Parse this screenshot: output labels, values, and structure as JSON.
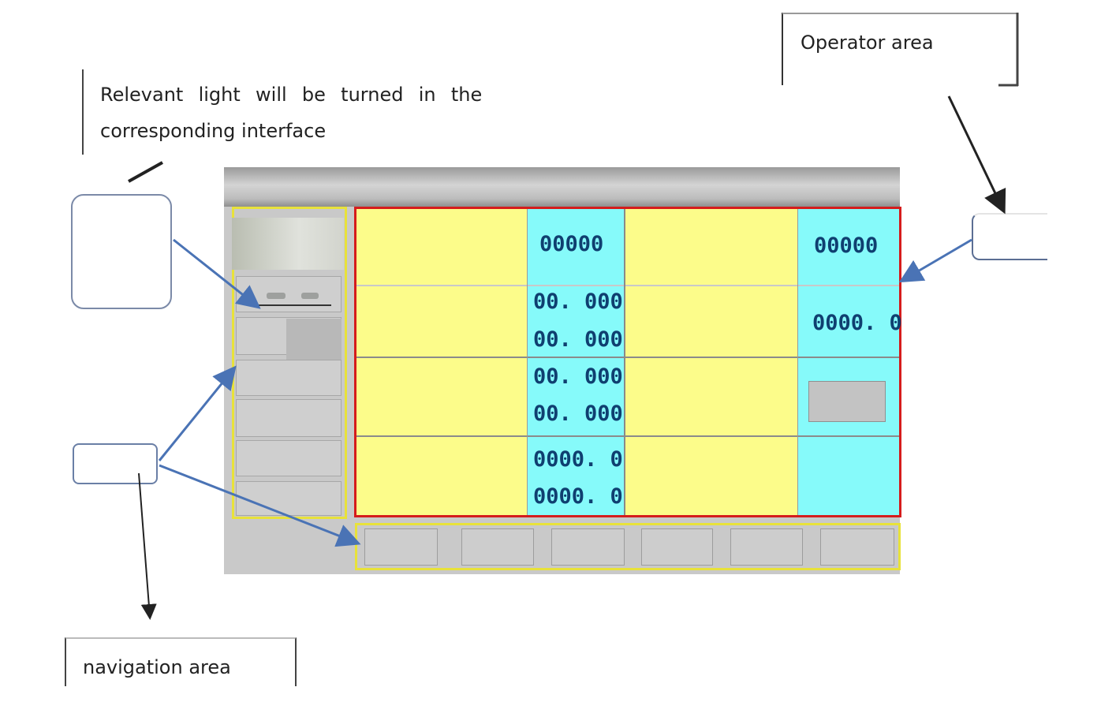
{
  "callouts": {
    "operator_area": "Operator area",
    "light_note_line1": "Relevant  light  will  be  turned  in  the",
    "light_note_line2": "corresponding interface",
    "navigation_area": "navigation area"
  },
  "display": {
    "col2": {
      "row1": "00000",
      "row2a": "00. 000",
      "row2b": "00. 000",
      "row3a": "00. 000",
      "row3b": "00. 000",
      "row4a": "0000. 0",
      "row4b": "0000. 0"
    },
    "col4": {
      "row1": "00000",
      "row2": "0000. 0"
    }
  },
  "colors": {
    "cell_yellow": "#fcfc8a",
    "cell_cyan": "#86fafa",
    "highlight_red": "#d51c1c",
    "highlight_yellow": "#e8e23a",
    "arrow_blue": "#4a73b5",
    "value_text": "#0f3f70"
  }
}
